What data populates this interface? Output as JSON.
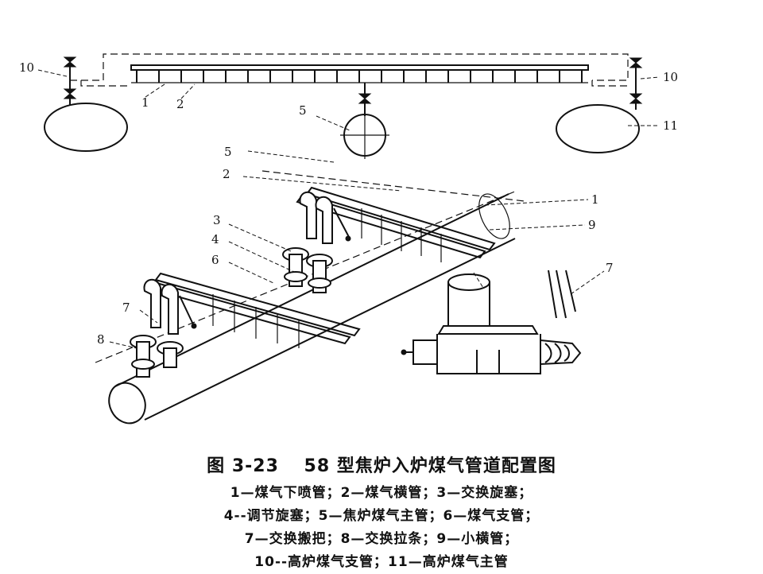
{
  "caption": {
    "title": "图 3-23　 58 型焦炉入炉煤气管道配置图",
    "lines": [
      "1—煤气下喷管；2—煤气横管；3—交换旋塞；",
      "4--调节旋塞；5—焦炉煤气主管；6—煤气支管；",
      "7—交换搬把；8—交换拉条；9—小横管；",
      "10--高炉煤气支管；11—高炉煤气主管"
    ]
  },
  "labels": {
    "top": {
      "n10_left": "10",
      "n1": "1",
      "n2": "2",
      "n5": "5",
      "n10_right": "10",
      "n11": "11"
    },
    "iso": {
      "n5": "5",
      "n2": "2",
      "n1": "1",
      "n9": "9",
      "n3": "3",
      "n4": "4",
      "n6": "6",
      "n7_right": "7",
      "n7_left": "7",
      "n8": "8"
    }
  }
}
